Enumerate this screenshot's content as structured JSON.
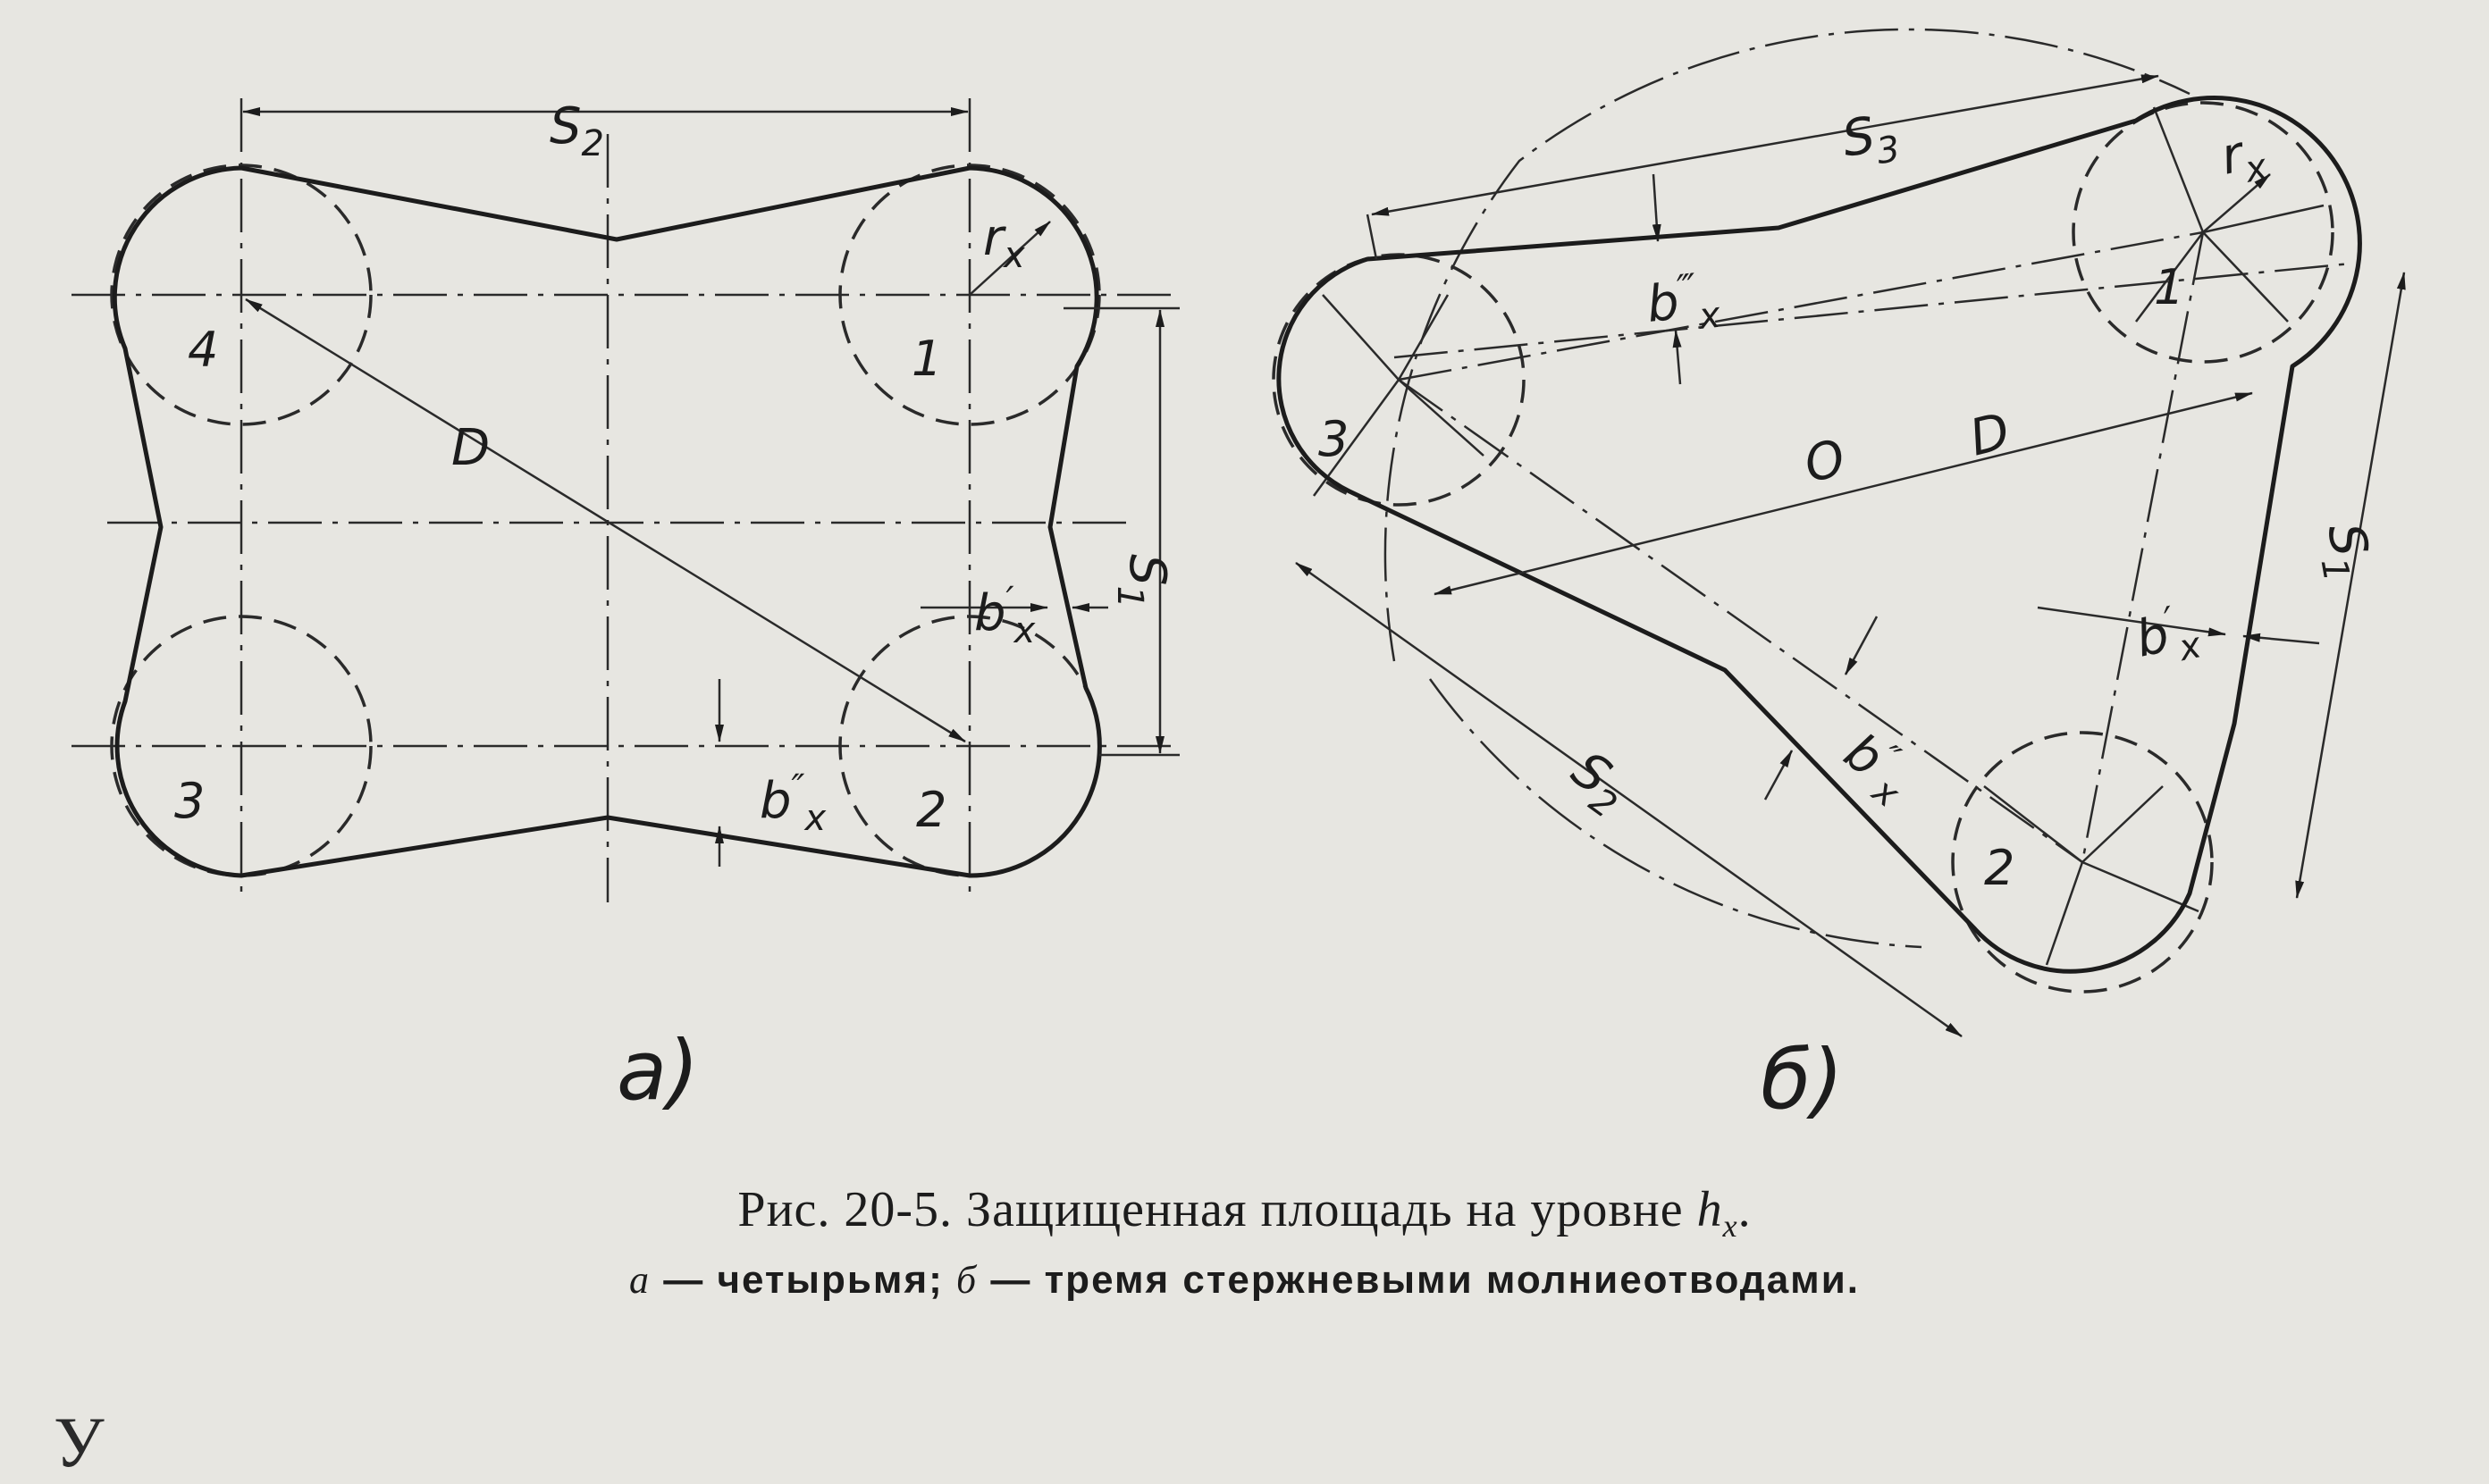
{
  "labels": {
    "s1": "S",
    "s1_sub": "1",
    "s2": "S",
    "s2_sub": "2",
    "s3": "S",
    "s3_sub": "3",
    "rx": "r",
    "rx_sub": "x",
    "D": "D",
    "O": "O",
    "bx1": "b",
    "bx1_sup": "′",
    "bx1_sub": "x",
    "bx2": "b",
    "bx2_sup": "″",
    "bx2_sub": "x",
    "bx3": "b",
    "bx3_sup": "‴",
    "bx3_sub": "x"
  },
  "rods_a": [
    "1",
    "2",
    "3",
    "4"
  ],
  "rods_b": [
    "1",
    "2",
    "3"
  ],
  "sub_a": "а)",
  "sub_b": "б)",
  "caption": {
    "line1_prefix": "Рис. 20-5. Защищенная площадь на уровне ",
    "line1_var": "h",
    "line1_sub": "x",
    "line1_end": ".",
    "a_letter": "а",
    "a_text": " — четырьмя; ",
    "b_letter": "б",
    "b_text": " — тремя стержневыми молниеотводами."
  },
  "bottom_text": "У"
}
